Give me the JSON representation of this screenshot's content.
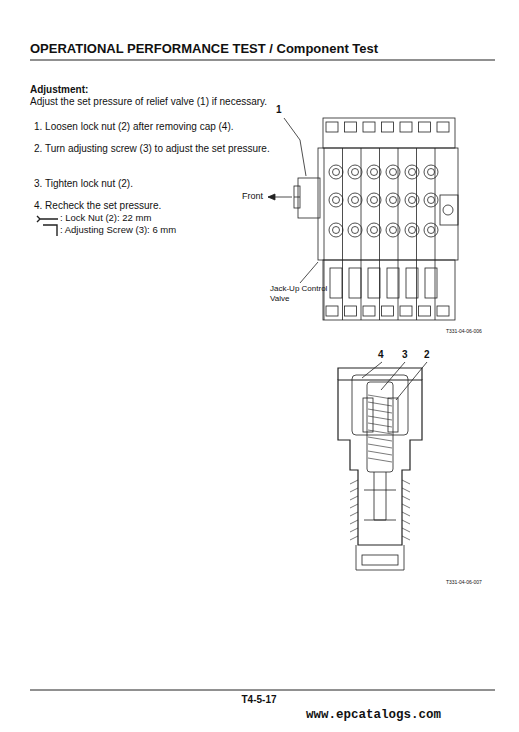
{
  "diagram": {
    "title": "OPERATIONAL PERFORMANCE TEST / Component Test",
    "labels": [
      "Adjustment:",
      "Adjust the set pressure of relief valve (1) if necessary.",
      "1. Loosen lock nut (2) after removing cap (4).",
      "2. Turn adjusting screw (3) to adjust the set pressure.",
      "3. Tighten lock nut (2).",
      "4. Recheck the set pressure.",
      ": Lock Nut (2): 22 mm",
      ": Adjusting Screw (3): 6 mm",
      "1",
      "Front",
      "Jack-Up Control Valve",
      "T331-04-06-006",
      "4",
      "3",
      "2",
      "T331-04-06-007",
      "T4-5-17",
      "www.epcatalogs.com"
    ]
  }
}
